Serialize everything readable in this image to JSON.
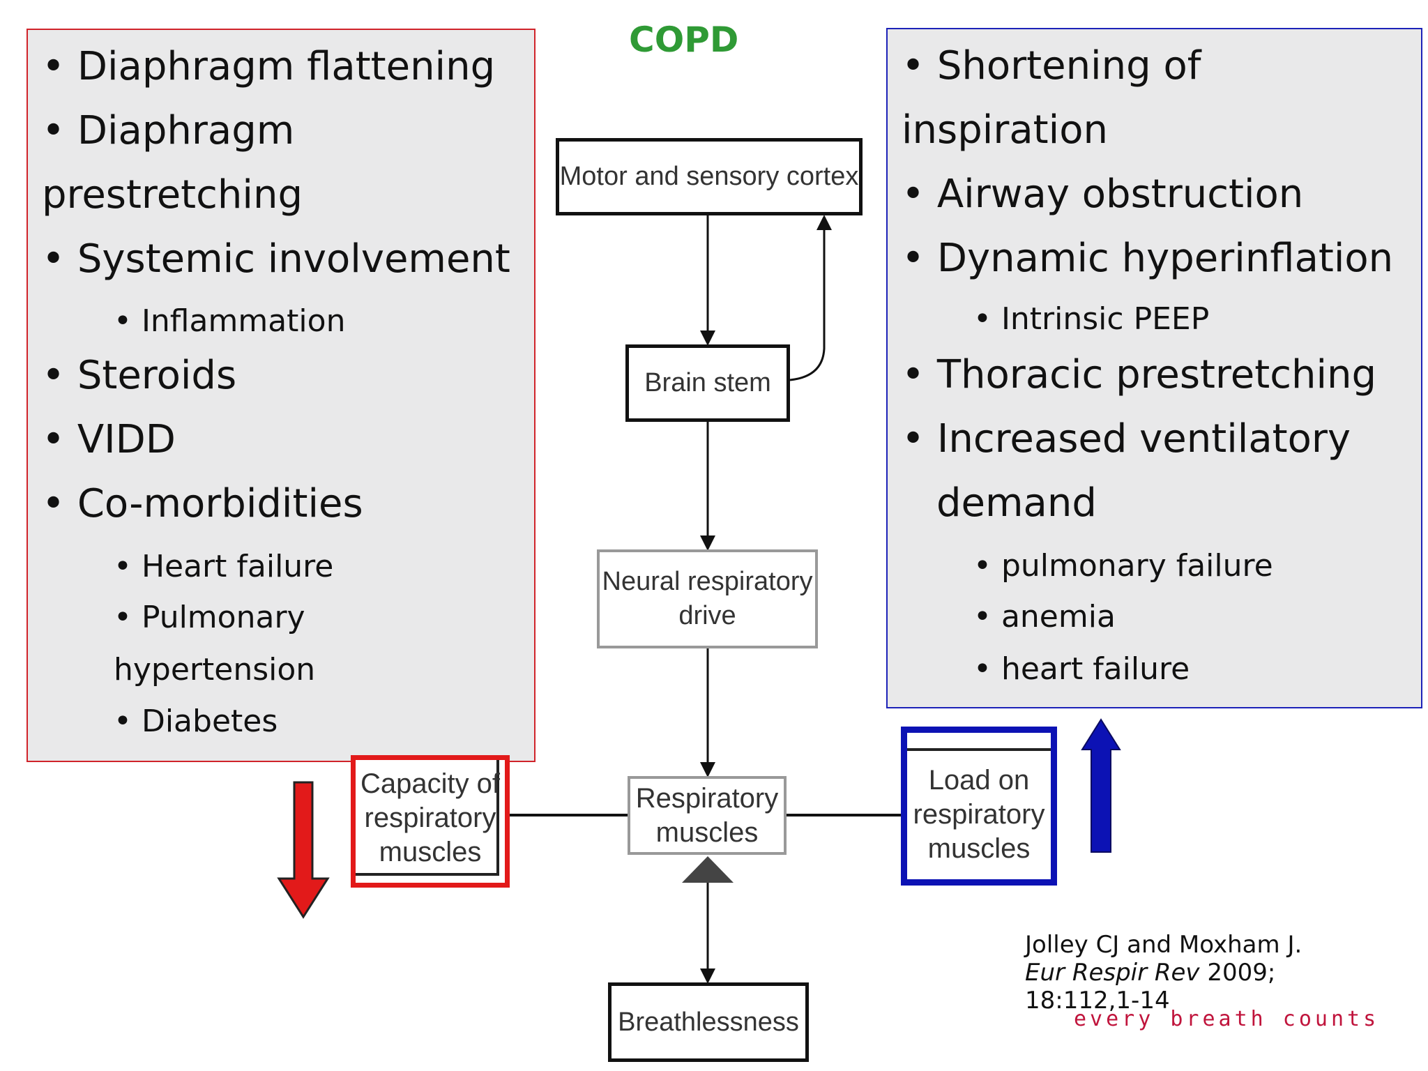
{
  "title": "COPD",
  "left_panel": {
    "items": [
      {
        "text": "• Diaphragm flattening"
      },
      {
        "text": "• Diaphragm"
      },
      {
        "text": "prestretching"
      },
      {
        "text": "• Systemic involvement"
      },
      {
        "text": "• Inflammation"
      },
      {
        "text": "• Steroids"
      },
      {
        "text": "• VIDD"
      },
      {
        "text": "• Co-morbidities"
      },
      {
        "text": "• Heart failure"
      },
      {
        "text": "• Pulmonary"
      },
      {
        "text": "hypertension"
      },
      {
        "text": "• Diabetes"
      }
    ]
  },
  "right_panel": {
    "items": [
      {
        "text": "• Shortening of"
      },
      {
        "text": "inspiration"
      },
      {
        "text": "• Airway obstruction"
      },
      {
        "text": "• Dynamic hyperinflation"
      },
      {
        "text": "• Intrinsic PEEP"
      },
      {
        "text": "• Thoracic prestretching"
      },
      {
        "text": "• Increased ventilatory"
      },
      {
        "text": "demand"
      },
      {
        "text": "• pulmonary  failure"
      },
      {
        "text": "• anemia"
      },
      {
        "text": "• heart failure"
      }
    ]
  },
  "flow": {
    "cortex": "Motor and sensory cortex",
    "brainstem": "Brain stem",
    "neural_line1": "Neural respiratory",
    "neural_line2": "drive",
    "resp_line1": "Respiratory",
    "resp_line2": "muscles",
    "breath": "Breathlessness",
    "capacity_line1": "Capacity of",
    "capacity_line2": "respiratory",
    "capacity_line3": "muscles",
    "load_line1": "Load on",
    "load_line2": "respiratory",
    "load_line3": "muscles"
  },
  "citation": {
    "line1": "Jolley CJ and Moxham J.",
    "journal": "Eur Respir Rev",
    "year": " 2009;",
    "line3": "18:112,1-14"
  },
  "footer_tag": "every breath counts",
  "colors": {
    "title": "#2f9a35",
    "left_border": "#d0232a",
    "right_border": "#1c22b8",
    "down_arrow": "#e21a1a",
    "up_arrow": "#0c12b4"
  }
}
